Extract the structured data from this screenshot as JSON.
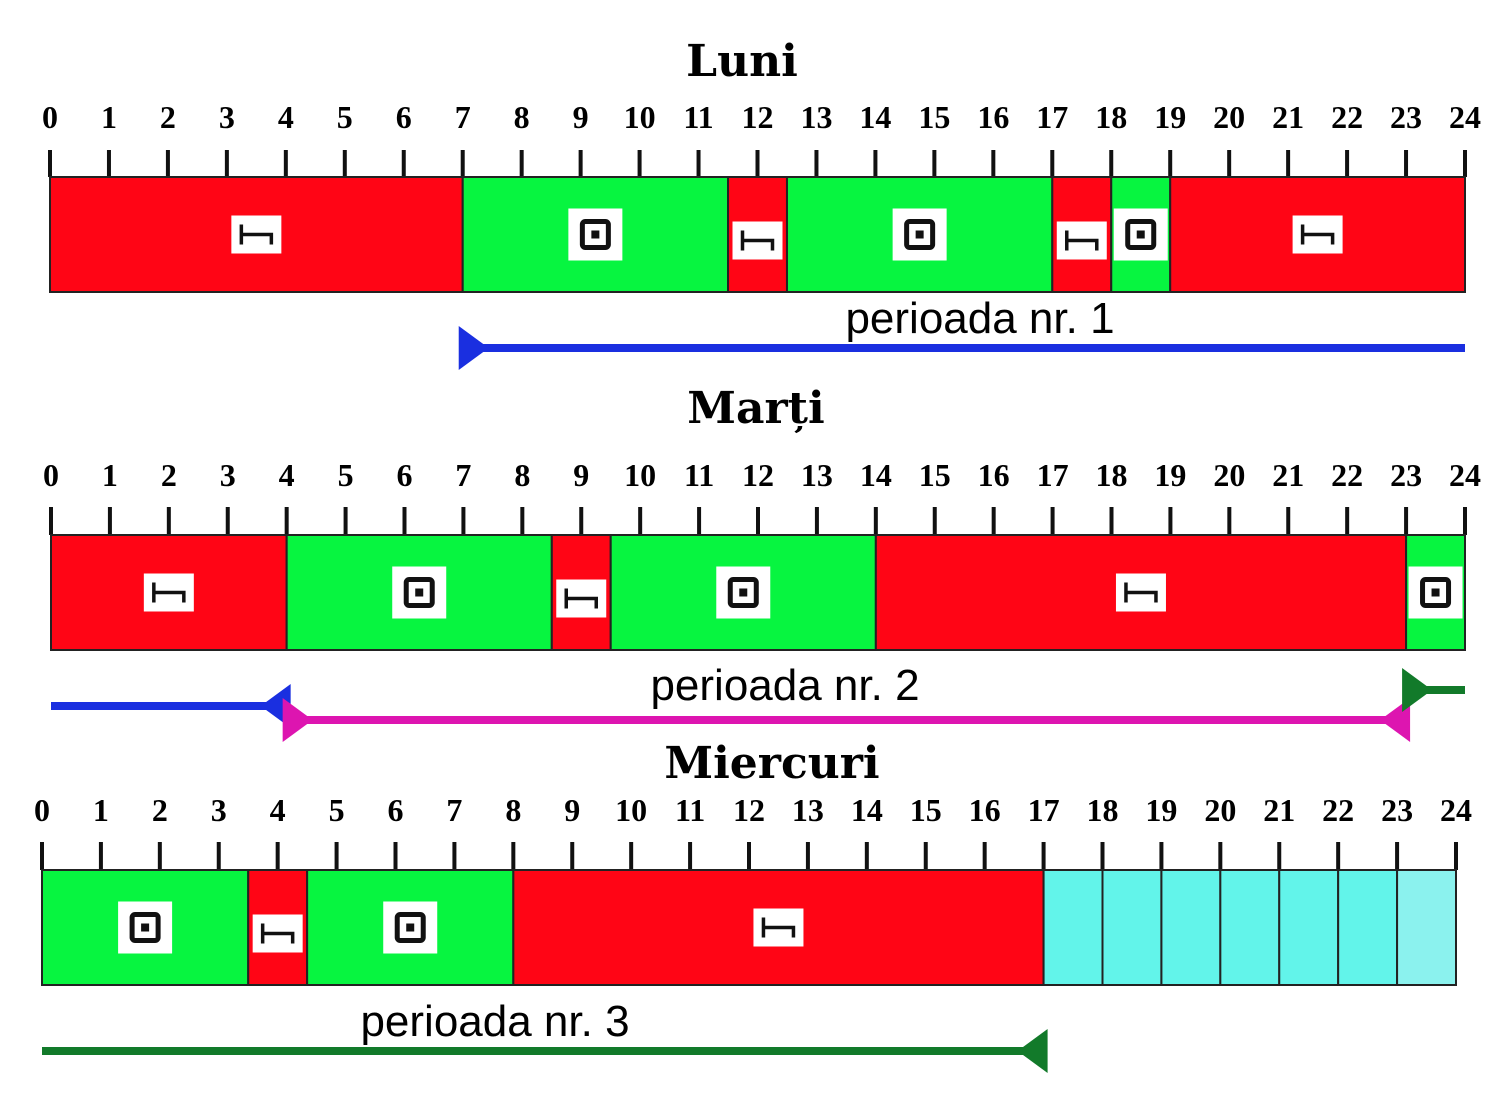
{
  "colors": {
    "rest": "#ff0515",
    "work": "#07f540",
    "free": "#62f4ea",
    "free_light": "#8bf2ee",
    "blue": "#1a2fe0",
    "magenta": "#dd15b0",
    "green_arrow": "#127a2a"
  },
  "legend_icons": {
    "rest": "bed-icon",
    "work": "target-icon"
  },
  "days": [
    {
      "title": "Luni",
      "ticks": [
        "0",
        "1",
        "2",
        "3",
        "4",
        "5",
        "6",
        "7",
        "8",
        "9",
        "10",
        "11",
        "12",
        "13",
        "14",
        "15",
        "16",
        "17",
        "18",
        "19",
        "20",
        "21",
        "22",
        "23",
        "24"
      ],
      "segments": [
        {
          "from": 0,
          "to": 7,
          "type": "rest"
        },
        {
          "from": 7,
          "to": 11.5,
          "type": "work"
        },
        {
          "from": 11.5,
          "to": 12.5,
          "type": "rest"
        },
        {
          "from": 12.5,
          "to": 17,
          "type": "work"
        },
        {
          "from": 17,
          "to": 18,
          "type": "rest"
        },
        {
          "from": 18,
          "to": 19,
          "type": "work"
        },
        {
          "from": 19,
          "to": 24,
          "type": "rest"
        }
      ],
      "period_label": "perioada nr. 1",
      "arrows": [
        {
          "from": 7,
          "to": 24,
          "color": "blue",
          "head_at": "start"
        }
      ]
    },
    {
      "title": "Marți",
      "ticks": [
        "0",
        "1",
        "2",
        "3",
        "4",
        "5",
        "6",
        "7",
        "8",
        "9",
        "10",
        "11",
        "12",
        "13",
        "14",
        "15",
        "16",
        "17",
        "18",
        "19",
        "20",
        "21",
        "22",
        "23",
        "24"
      ],
      "segments": [
        {
          "from": 0,
          "to": 4,
          "type": "rest"
        },
        {
          "from": 4,
          "to": 8.5,
          "type": "work"
        },
        {
          "from": 8.5,
          "to": 9.5,
          "type": "rest"
        },
        {
          "from": 9.5,
          "to": 14,
          "type": "work"
        },
        {
          "from": 14,
          "to": 23,
          "type": "rest"
        },
        {
          "from": 23,
          "to": 24,
          "type": "work"
        }
      ],
      "period_label": "perioada nr. 2",
      "arrows": [
        {
          "from": 0,
          "to": 4,
          "color": "blue",
          "head_at": "end"
        },
        {
          "from": 4,
          "to": 23,
          "color": "magenta",
          "head_at": "both"
        },
        {
          "from": 23,
          "to": 24,
          "color": "green_arrow",
          "head_at": "start"
        }
      ]
    },
    {
      "title": "Miercuri",
      "ticks": [
        "0",
        "1",
        "2",
        "3",
        "4",
        "5",
        "6",
        "7",
        "8",
        "9",
        "10",
        "11",
        "12",
        "13",
        "14",
        "15",
        "16",
        "17",
        "18",
        "19",
        "20",
        "21",
        "22",
        "23",
        "24"
      ],
      "segments": [
        {
          "from": 0,
          "to": 3.5,
          "type": "work"
        },
        {
          "from": 3.5,
          "to": 4.5,
          "type": "rest"
        },
        {
          "from": 4.5,
          "to": 8,
          "type": "work"
        },
        {
          "from": 8,
          "to": 17,
          "type": "rest"
        },
        {
          "from": 17,
          "to": 18,
          "type": "free"
        },
        {
          "from": 18,
          "to": 19,
          "type": "free"
        },
        {
          "from": 19,
          "to": 20,
          "type": "free"
        },
        {
          "from": 20,
          "to": 21,
          "type": "free"
        },
        {
          "from": 21,
          "to": 22,
          "type": "free"
        },
        {
          "from": 22,
          "to": 23,
          "type": "free"
        },
        {
          "from": 23,
          "to": 24,
          "type": "free_light"
        }
      ],
      "period_label": "perioada nr. 3",
      "arrows": [
        {
          "from": 0,
          "to": 17,
          "color": "green_arrow",
          "head_at": "end"
        }
      ]
    }
  ]
}
